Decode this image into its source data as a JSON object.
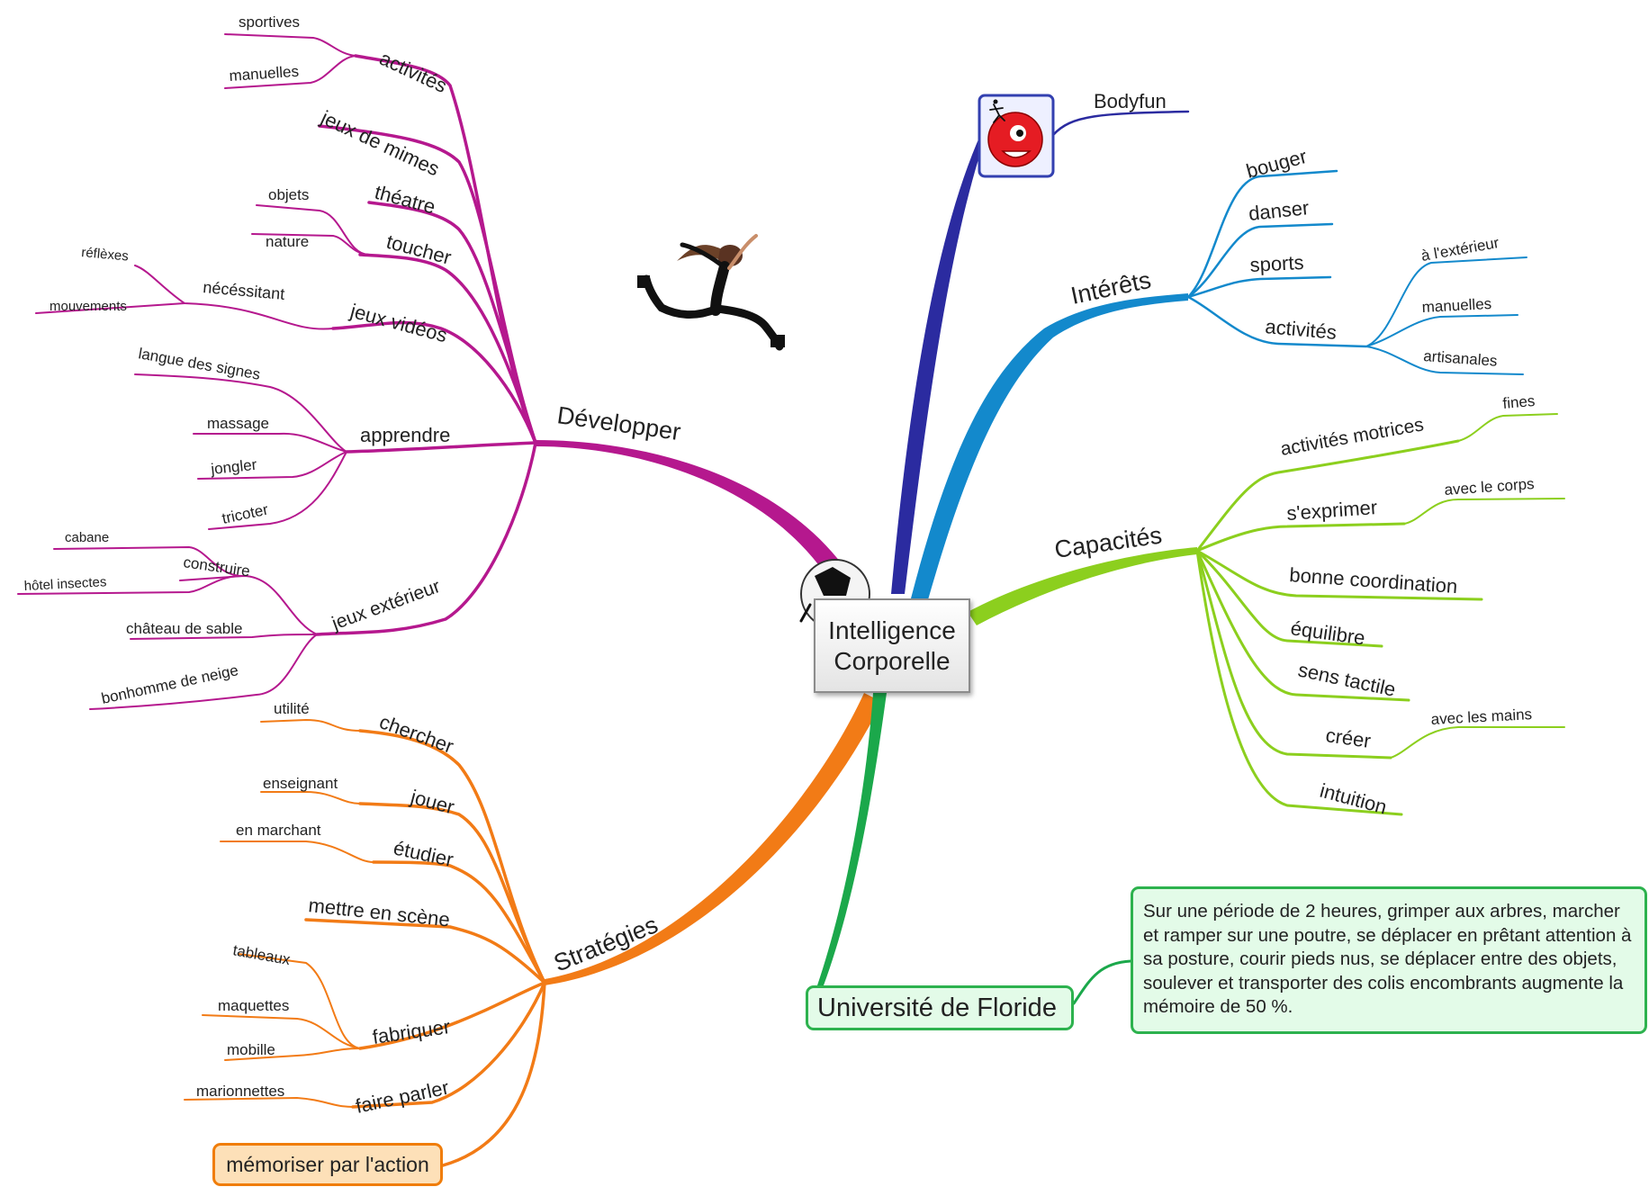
{
  "central": {
    "title": "Intelligence\nCorporelle"
  },
  "colors": {
    "developper": "#b5188e",
    "strategies": "#f27b16",
    "bodyfun": "#2b2ba0",
    "interets": "#1389cc",
    "capacites": "#8ccf1e",
    "universite": "#1ba84b"
  },
  "branches": {
    "developper": {
      "label": "Développer",
      "children": {
        "activites": {
          "label": "activités",
          "sub": [
            "sportives",
            "manuelles"
          ]
        },
        "jeux_de_mimes": {
          "label": "jeux de mimes"
        },
        "theatre": {
          "label": "théatre"
        },
        "toucher": {
          "label": "toucher",
          "sub": [
            "objets",
            "nature"
          ]
        },
        "jeux_videos": {
          "label": "jeux vidéos",
          "necessitant": {
            "label": "nécéssitant",
            "sub": [
              "réflèxes",
              "mouvements"
            ]
          }
        },
        "apprendre": {
          "label": "apprendre",
          "sub": [
            "langue des signes",
            "massage",
            "jongler",
            "tricoter"
          ]
        },
        "jeux_exterieur": {
          "label": "jeux extérieur",
          "construire": {
            "label": "construire",
            "sub": [
              "cabane",
              "hôtel insectes"
            ]
          },
          "sub": [
            "château de sable",
            "bonhomme de neige"
          ]
        }
      }
    },
    "strategies": {
      "label": "Stratégies",
      "children": {
        "chercher": {
          "label": "chercher",
          "sub": [
            "utilité"
          ]
        },
        "jouer": {
          "label": "jouer",
          "sub": [
            "enseignant"
          ]
        },
        "etudier": {
          "label": "étudier",
          "sub": [
            "en marchant"
          ]
        },
        "mettre_en_scene": {
          "label": "mettre en scène"
        },
        "fabriquer": {
          "label": "fabriquer",
          "sub": [
            "tableaux",
            "maquettes",
            "mobille"
          ]
        },
        "faire_parler": {
          "label": "faire parler",
          "sub": [
            "marionnettes"
          ]
        },
        "memoriser": {
          "label": "mémoriser par l'action"
        }
      }
    },
    "bodyfun": {
      "label": "Bodyfun"
    },
    "interets": {
      "label": "Intérêts",
      "children": [
        "bouger",
        "danser",
        "sports"
      ],
      "activites": {
        "label": "activités",
        "sub": [
          "à l'extérieur",
          "manuelles",
          "artisanales"
        ]
      }
    },
    "capacites": {
      "label": "Capacités",
      "activites_motrices": {
        "label": "activités motrices",
        "sub": [
          "fines"
        ]
      },
      "s_exprimer": {
        "label": "s'exprimer",
        "sub": [
          "avec le corps"
        ]
      },
      "children": [
        "bonne coordination",
        "équilibre",
        "sens tactile"
      ],
      "creer": {
        "label": "créer",
        "sub": [
          "avec les mains"
        ]
      },
      "intuition": "intuition"
    },
    "universite": {
      "label": "Université de Floride",
      "note": "Sur une période de 2 heures, grimper aux arbres, marcher et ramper sur une poutre, se déplacer en prêtant attention à sa posture, courir pieds nus, se déplacer entre des objets, soulever et transporter des colis encombrants augmente la mémoire de 50 %."
    }
  },
  "icons": [
    "dancer-illustration",
    "soccer-ball-icon",
    "bodyfun-logo-icon"
  ]
}
